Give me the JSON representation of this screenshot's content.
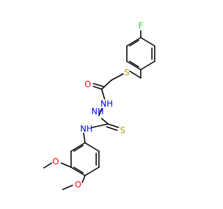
{
  "molecule": {
    "atoms": {
      "F": {
        "text": "F",
        "color": "#33cc33"
      },
      "S1": {
        "text": "S",
        "color": "#b2a100"
      },
      "O1": {
        "text": "O",
        "color": "#ff0000"
      },
      "N1": {
        "text": "NH",
        "color": "#0000ff"
      },
      "N2": {
        "text": "NH",
        "color": "#0000ff"
      },
      "S2": {
        "text": "S",
        "color": "#b2a100"
      },
      "N3": {
        "text": "NH",
        "color": "#0000ff"
      },
      "O2": {
        "text": "O",
        "color": "#ff0000"
      },
      "O3": {
        "text": "O",
        "color": "#ff0000"
      }
    },
    "bond_color": "#000000"
  }
}
